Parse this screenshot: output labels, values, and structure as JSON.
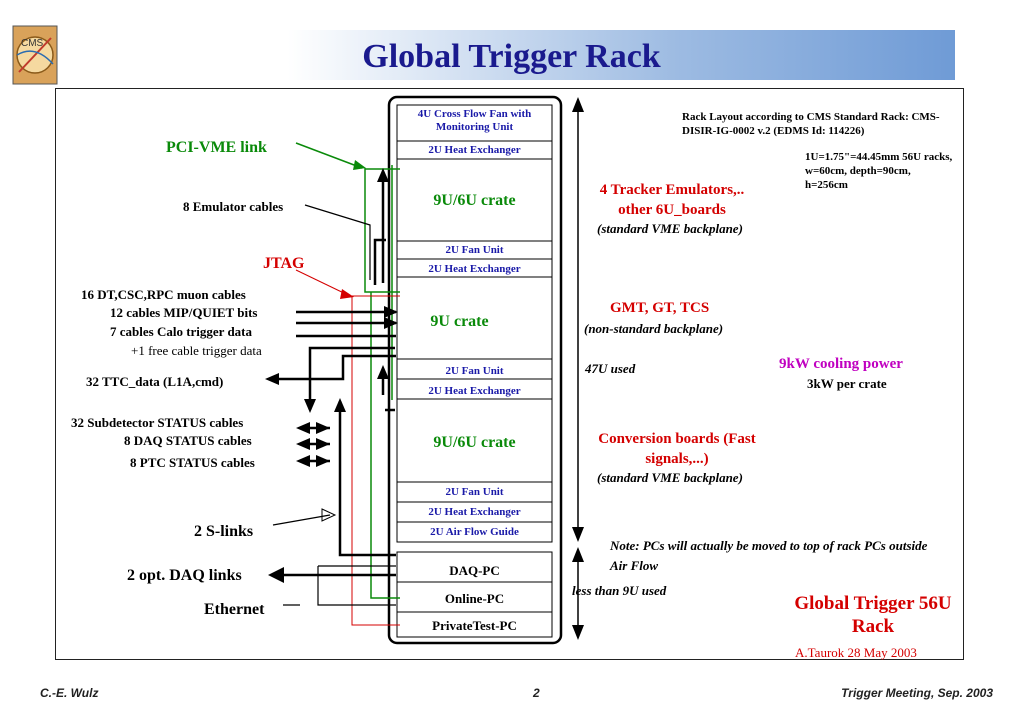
{
  "title": "Global Trigger Rack",
  "logo_text": "CMS",
  "rack_modules": [
    {
      "label": "4U Cross Flow Fan with Monitoring Unit"
    },
    {
      "label": "2U Heat Exchanger"
    },
    {
      "label": "9U/6U crate"
    },
    {
      "label": "2U Fan Unit"
    },
    {
      "label": "2U Heat Exchanger"
    },
    {
      "label": "9U crate"
    },
    {
      "label": "2U Fan Unit"
    },
    {
      "label": "2U Heat Exchanger"
    },
    {
      "label": "9U/6U crate"
    },
    {
      "label": "2U Fan Unit"
    },
    {
      "label": "2U Heat Exchanger"
    },
    {
      "label": "2U Air Flow Guide"
    }
  ],
  "pc_modules": [
    {
      "label": "DAQ-PC"
    },
    {
      "label": "Online-PC"
    },
    {
      "label": "PrivateTest-PC"
    }
  ],
  "left_labels": {
    "pci_vme": "PCI-VME link",
    "emulator": "8 Emulator cables",
    "jtag": "JTAG",
    "muon": "16 DT,CSC,RPC muon cables",
    "mip": "12 cables MIP/QUIET bits",
    "calo": "7 cables Calo trigger data",
    "free": "+1 free cable trigger data",
    "ttc": "32 TTC_data (L1A,cmd)",
    "subdet": "32 Subdetector STATUS cables",
    "daq_status": "8 DAQ STATUS cables",
    "ptc_status": "8 PTC STATUS cables",
    "slinks": "2 S-links",
    "opt_daq": "2 opt. DAQ links",
    "ethernet": "Ethernet"
  },
  "right_labels": {
    "layout_note": "Rack Layout according to CMS Standard Rack: CMS-DISIR-IG-0002 v.2 (EDMS Id: 114226)",
    "units": "1U=1.75\"=44.45mm 56U racks, w=60cm, depth=90cm, h=256cm",
    "tracker": "4 Tracker Emulators,.. other 6U_boards",
    "std_vme_1": "(standard VME backplane)",
    "gmt": "GMT, GT, TCS",
    "nonstd": "(non-standard backplane)",
    "used": "47U used",
    "cooling": "9kW cooling power",
    "per_crate": "3kW per crate",
    "conversion": "Conversion boards (Fast signals,...)",
    "std_vme_2": "(standard VME backplane)",
    "note": "Note: PCs will actually be moved to top of rack PCs outside Air Flow",
    "less": "less than 9U used",
    "gt_rack": "Global Trigger 56U Rack",
    "author": "A.Taurok 28 May 2003"
  },
  "colors": {
    "title": "#1a1a8e",
    "module_text": "#1a1aa8",
    "red": "#d40000",
    "green": "#0a8a0a",
    "magenta": "#c000c0"
  },
  "footer": {
    "left": "C.-E. Wulz",
    "center": "2",
    "right": "Trigger Meeting, Sep. 2003"
  }
}
